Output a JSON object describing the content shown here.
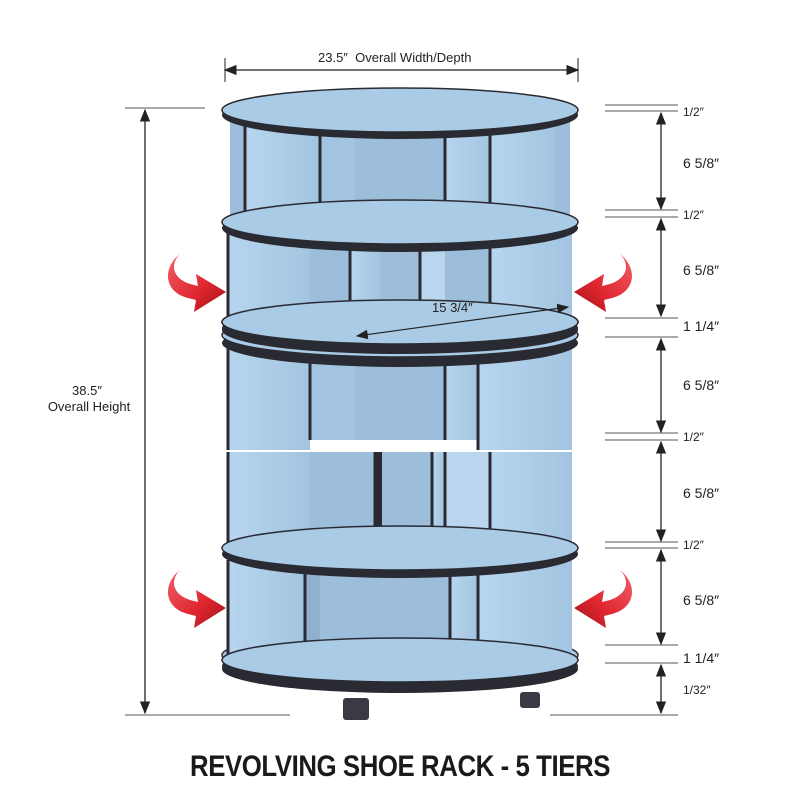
{
  "title": "REVOLVING SHOE RACK - 5 TIERS",
  "width_dimension": {
    "value": "23.5″",
    "label": "Overall Width/Depth"
  },
  "height_dimension": {
    "value": "38.5″",
    "label": "Overall Height"
  },
  "inner_diameter": "15 3/4″",
  "vertical_dimensions": [
    "1/2″",
    "6 5/8″",
    "1/2″",
    "6 5/8″",
    "1 1/4″",
    "6 5/8″",
    "1/2″",
    "6 5/8″",
    "1/2″",
    "6 5/8″",
    "1 1/4″",
    "1/32″"
  ],
  "colors": {
    "shelf": "#a9cbe6",
    "edge": "#2a2a33",
    "arrow": "#e0252e"
  }
}
